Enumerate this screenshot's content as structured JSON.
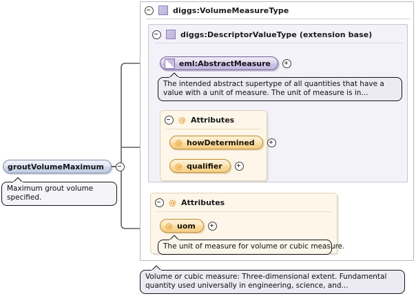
{
  "diagram": {
    "kind": "xsd-schema-element-diagram",
    "root_element": {
      "label": "groutVolumeMaximum",
      "toggle": "minus",
      "documentation": "Maximum grout volume specified."
    },
    "outer_type": {
      "label": "diggs:VolumeMeasureType",
      "toggle": "minus",
      "icon": "complex-type-icon",
      "documentation": "Volume or cubic measure: Three-dimensional extent. Fundamental quantity used universally in engineering, science, and..."
    },
    "inner_type": {
      "label": "diggs:DescriptorValueType (extension base)",
      "toggle": "minus",
      "icon": "complex-type-icon"
    },
    "abstract_element": {
      "label": "eml:AbstractMeasure",
      "toggle": "plus",
      "icon": "abstract-element-icon",
      "documentation": "The intended abstract supertype of all quantities that have a value with a unit of measure. The unit of measure is in..."
    },
    "attributes_groups": [
      {
        "title": "Attributes",
        "toggle": "minus",
        "icon": "at-icon",
        "items": [
          {
            "label": "howDetermined",
            "toggle": "plus",
            "icon": "at-icon"
          },
          {
            "label": "qualifier",
            "toggle": "plus",
            "icon": "at-icon"
          }
        ]
      },
      {
        "title": "Attributes",
        "toggle": "minus",
        "icon": "at-icon",
        "items": [
          {
            "label": "uom",
            "toggle": "plus",
            "icon": "at-icon",
            "documentation": "The unit of measure for volume or cubic measure."
          }
        ]
      }
    ],
    "colors": {
      "element_pill": "#c2cde1",
      "abstract_pill": "#c9bedf",
      "attribute_pill": "#f7d28b",
      "type_box_fill": "#f4f2f9",
      "attr_panel_fill": "#fdf6e9",
      "connector": "#5e5e5e",
      "at_symbol": "#e8a33d"
    }
  }
}
